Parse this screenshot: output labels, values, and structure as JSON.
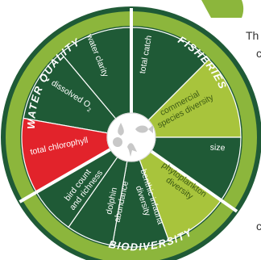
{
  "categories": {
    "water_quality": "WATER QUALITY",
    "fisheries": "FISHERIES",
    "biodiversity": "BIODIVERSITY"
  },
  "segments": {
    "water_clarity": "water clarity",
    "dissolved_o2": "dissolved O",
    "dissolved_o2_sub": "2",
    "total_chlorophyll": "total chlorophyll",
    "total_catch": "total catch",
    "commercial_1": "commercial",
    "commercial_2": "species diversity",
    "size": "size",
    "phyto_1": "phytoplankton",
    "phyto_2": "diversity",
    "benthic_1": "benthic infauna",
    "benthic_2": "diversity",
    "dolphin_1": "dolphin",
    "dolphin_2": "abundance",
    "bird_1": "bird count",
    "bird_2": "and richness"
  },
  "side_text": {
    "right_1": "Th",
    "right_2": "c",
    "right_3": "c"
  },
  "colors": {
    "dark_green": "#1f5a36",
    "light_green": "#a8c43c",
    "red": "#e2232b",
    "ring_green": "#8cb63c",
    "ring_dark": "#1f5a36"
  },
  "icons": [
    "water-drop-icon",
    "fish-icon",
    "bird-icon",
    "plankton-icon"
  ]
}
